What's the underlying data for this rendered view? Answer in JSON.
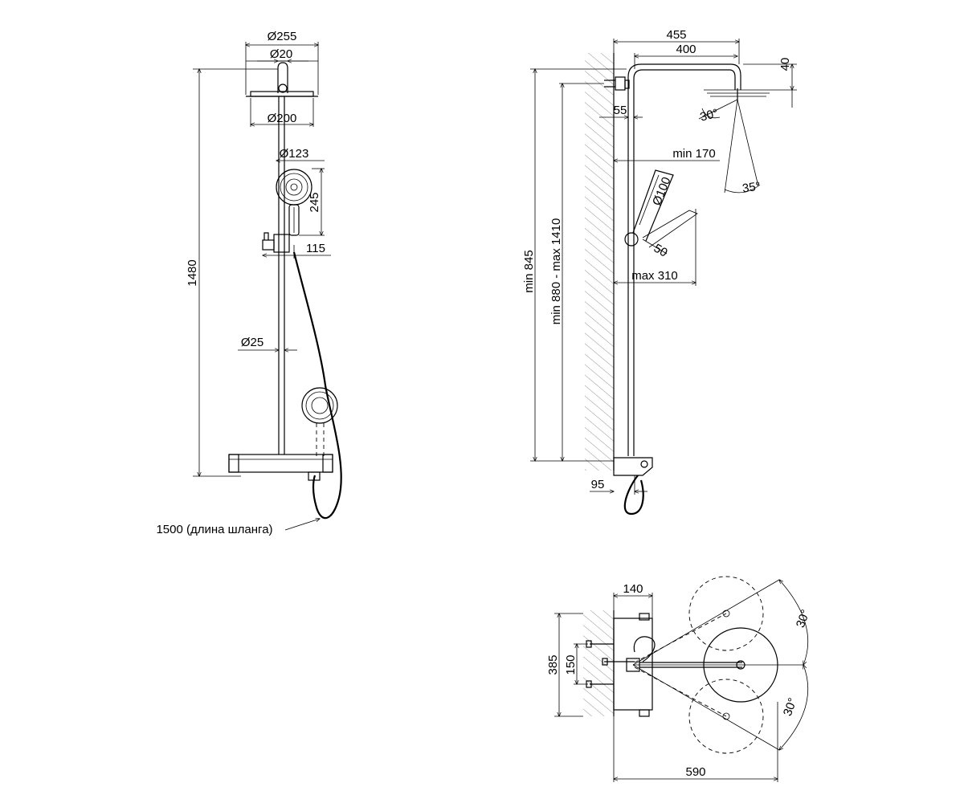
{
  "colors": {
    "line": "#000000",
    "hatch": "#777777",
    "background": "#ffffff"
  },
  "front": {
    "d255": "Ø255",
    "d20": "Ø20",
    "d200": "Ø200",
    "d123": "Ø123",
    "h245": "245",
    "w115": "115",
    "d25": "Ø25",
    "h1480": "1480",
    "hose": "1500 (длина шланга)"
  },
  "side": {
    "w455": "455",
    "w400": "400",
    "h40": "40",
    "w55": "55",
    "min170": "min 170",
    "d100": "Ø100",
    "a50": "50",
    "max310": "max 310",
    "a30": "30°",
    "a35": "35°",
    "min845": "min 845",
    "range": "min 880 - max 1410",
    "w95": "95"
  },
  "top": {
    "w140": "140",
    "h385": "385",
    "h150": "150",
    "w590": "590",
    "a30a": "30°",
    "a30b": "30°"
  }
}
